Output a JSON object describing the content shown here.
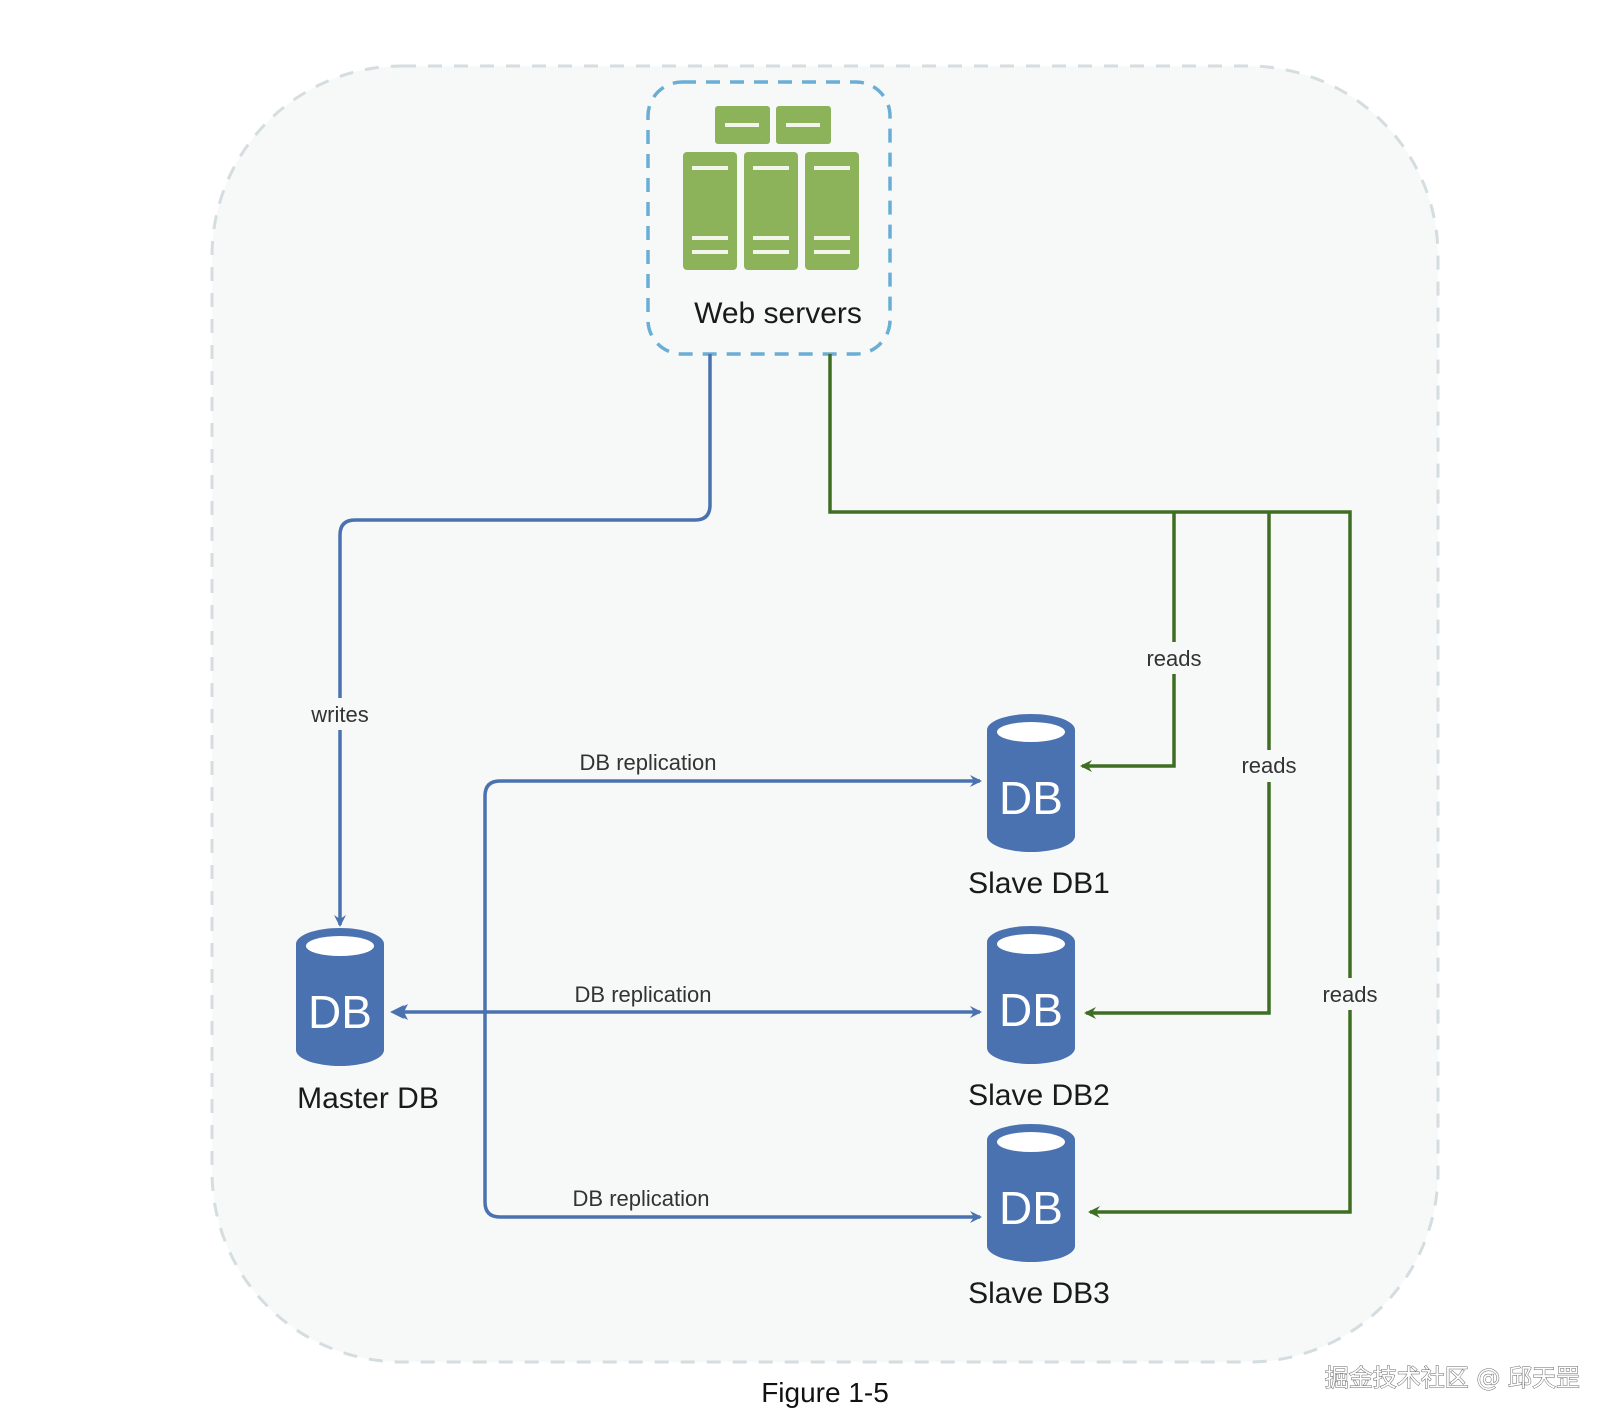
{
  "colors": {
    "blue": "#4a72b0",
    "green": "#3f6e22",
    "server_green": "#8cb35a",
    "dashed_blue": "#6aaed6",
    "outer_dash": "#d4dde0",
    "panel_bg": "#f7f8f8"
  },
  "nodes": {
    "web_servers": {
      "label": "Web servers"
    },
    "master_db": {
      "label": "Master DB",
      "icon_text": "DB"
    },
    "slave_db1": {
      "label": "Slave DB1",
      "icon_text": "DB"
    },
    "slave_db2": {
      "label": "Slave DB2",
      "icon_text": "DB"
    },
    "slave_db3": {
      "label": "Slave DB3",
      "icon_text": "DB"
    }
  },
  "edges": {
    "writes": {
      "label": "writes",
      "from": "Web servers",
      "to": "Master DB"
    },
    "replication1": {
      "label": "DB replication",
      "from": "Master DB",
      "to": "Slave DB1"
    },
    "replication2": {
      "label": "DB replication",
      "from": "Master DB",
      "to": "Slave DB2"
    },
    "replication3": {
      "label": "DB replication",
      "from": "Master DB",
      "to": "Slave DB3"
    },
    "reads1": {
      "label": "reads",
      "from": "Web servers",
      "to": "Slave DB1"
    },
    "reads2": {
      "label": "reads",
      "from": "Web servers",
      "to": "Slave DB2"
    },
    "reads3": {
      "label": "reads",
      "from": "Web servers",
      "to": "Slave DB3"
    }
  },
  "caption": "Figure 1-5",
  "watermark": "掘金技术社区 @ 邱天罡"
}
